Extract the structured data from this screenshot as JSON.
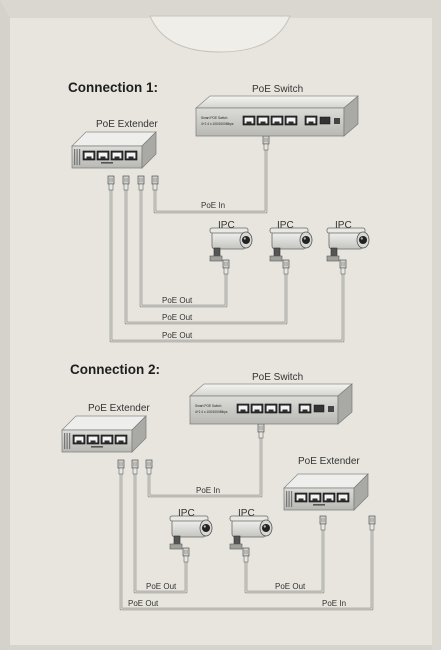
{
  "colors": {
    "box": "#e7e5de",
    "flap": "#f0eee8",
    "text": "#333333"
  },
  "connection1": {
    "title": "Connection 1:",
    "switch_label": "PoE Switch",
    "switch_brand": "Smart POE Switch",
    "switch_model": "4+2 4 x 100/1000Mbps",
    "extender_label": "PoE Extender",
    "ipc_labels": [
      "IPC",
      "IPC",
      "IPC"
    ],
    "poe_in": "PoE In",
    "poe_out_labels": [
      "PoE Out",
      "PoE Out",
      "PoE Out"
    ]
  },
  "connection2": {
    "title": "Connection 2:",
    "switch_label": "PoE Switch",
    "switch_brand": "Smart POE Switch",
    "switch_model": "4+2 4 x 100/1000Mbps",
    "extender_left_label": "PoE Extender",
    "extender_right_label": "PoE Extender",
    "ipc_labels": [
      "IPC",
      "IPC"
    ],
    "poe_in_left": "PoE In",
    "poe_out_labels": [
      "PoE Out",
      "PoE Out",
      "PoE Out"
    ],
    "poe_in_right": "PoE In"
  }
}
